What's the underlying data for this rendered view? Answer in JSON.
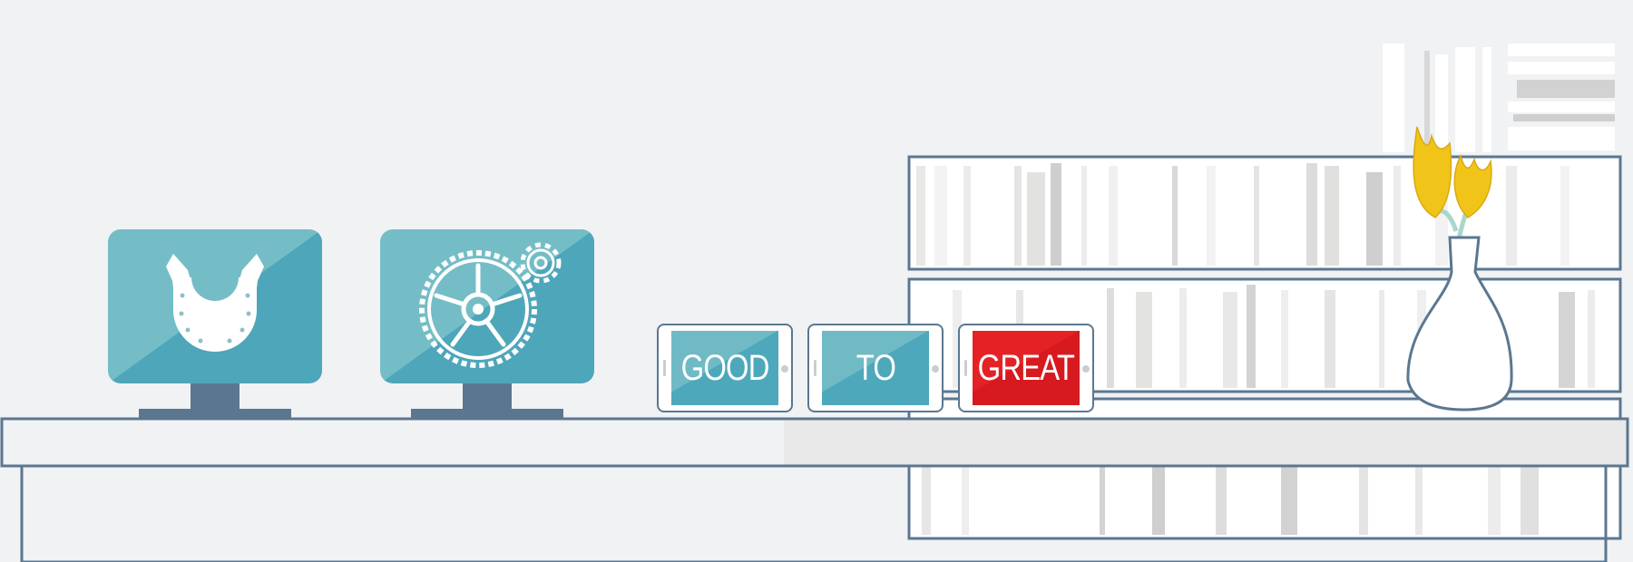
{
  "tablets": [
    {
      "text": "GOOD",
      "screen": "teal"
    },
    {
      "text": "TO",
      "screen": "teal"
    },
    {
      "text": "GREAT",
      "screen": "red"
    }
  ],
  "monitors": [
    {
      "icon": "horseshoe-icon"
    },
    {
      "icon": "gears-icon"
    }
  ],
  "colors": {
    "background": "#f0f2f4",
    "outline": "#5b7790",
    "teal_light": "#6fbac5",
    "teal_dark": "#4ea8bb",
    "red": "#e42226",
    "flower": "#f0c419",
    "stem": "#a9d6cf"
  }
}
